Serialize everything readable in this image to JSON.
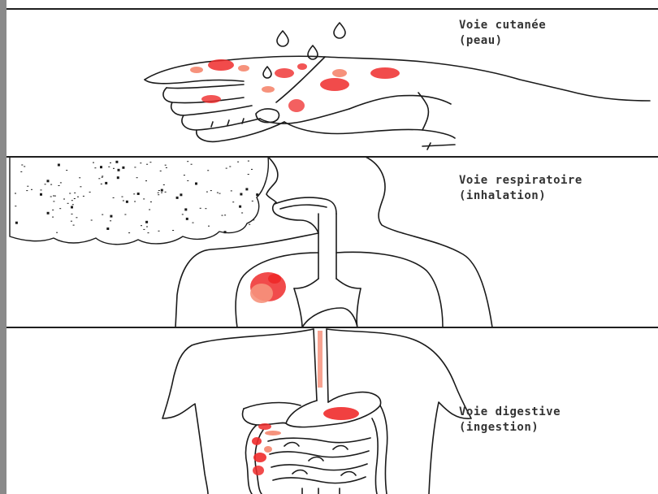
{
  "panels": [
    {
      "id": "skin",
      "title": "Voie cutanée",
      "subtitle": "(peau)"
    },
    {
      "id": "respiratory",
      "title": "Voie respiratoire",
      "subtitle": "(inhalation)"
    },
    {
      "id": "digestive",
      "title": "Voie digestive",
      "subtitle": "(ingestion)"
    }
  ],
  "colors": {
    "line": "#1a1a1a",
    "contamination": "#ef2b2b",
    "contamination_light": "#f6927c",
    "divider": "#1f1f1f",
    "left_edge": "#8a8a8a"
  }
}
